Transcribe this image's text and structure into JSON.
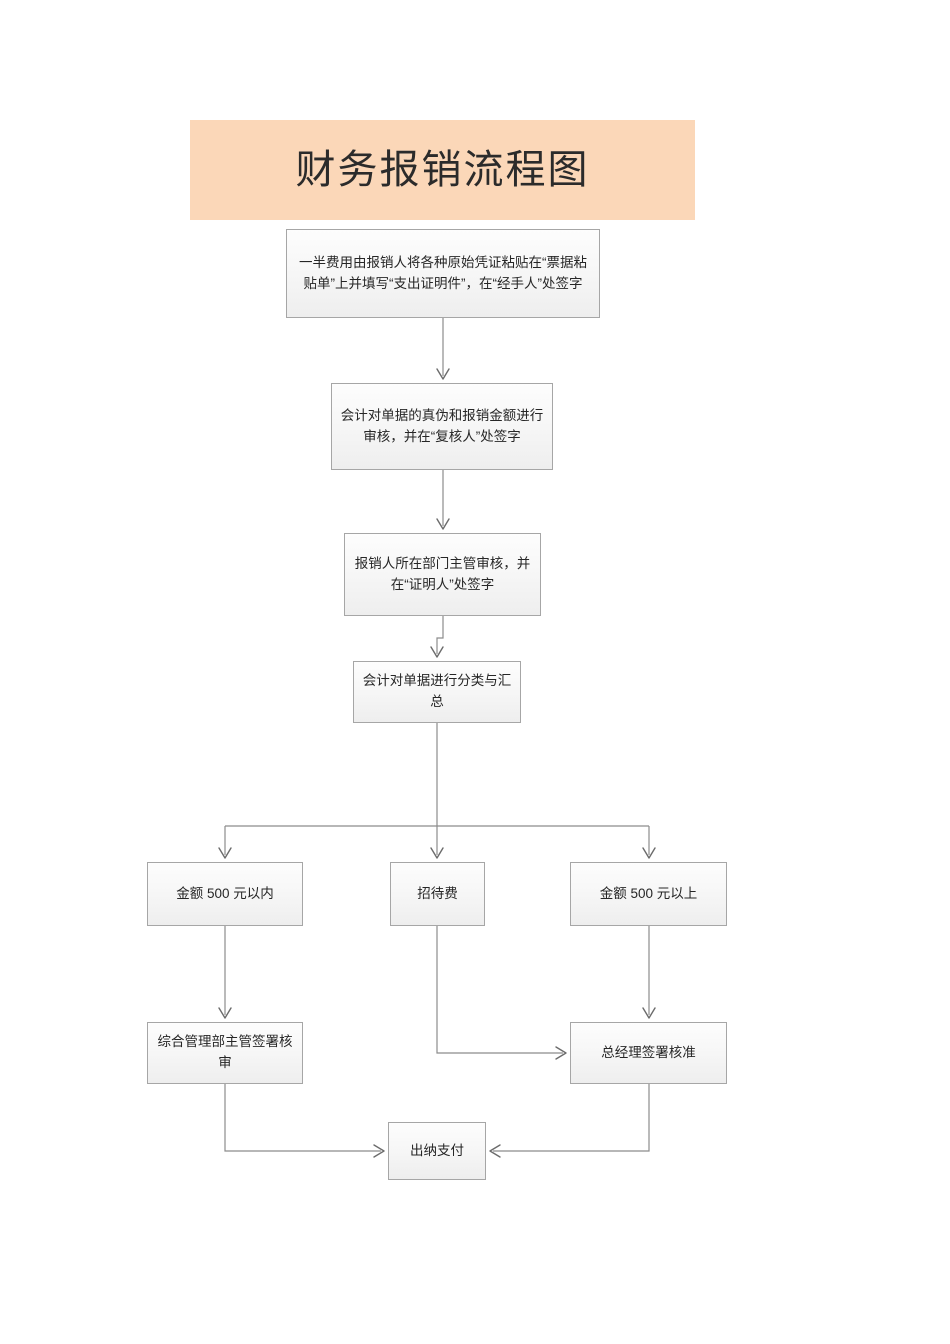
{
  "document": {
    "title": "财务报销流程图",
    "banner_color": "#fbd7b8",
    "page_background": "#ffffff",
    "node_border_color": "#a6a6a6",
    "connector_color": "#8c8c8c"
  },
  "chart_data": {
    "type": "diagram",
    "title": "财务报销流程图",
    "nodes": [
      {
        "id": "paste",
        "label": "一半费用由报销人将各种原始凭证粘贴在“票据粘贴单”上并填写“支出证明件”，在“经手人”处签字"
      },
      {
        "id": "accounting",
        "label": "会计对单据的真伪和报销金额进行审核，并在“复核人”处签字"
      },
      {
        "id": "dept",
        "label": "报销人所在部门主管审核，并在“证明人”处签字"
      },
      {
        "id": "classify",
        "label": "会计对单据进行分类与汇总"
      },
      {
        "id": "under500",
        "label": "金额 500 元以内"
      },
      {
        "id": "hosting",
        "label": "招待费"
      },
      {
        "id": "over500",
        "label": "金额 500 元以上"
      },
      {
        "id": "admin",
        "label": "综合管理部主管签署核审"
      },
      {
        "id": "gm",
        "label": "总经理签署核准"
      },
      {
        "id": "cashier",
        "label": "出纳支付"
      }
    ],
    "edges": [
      {
        "from": "paste",
        "to": "accounting"
      },
      {
        "from": "accounting",
        "to": "dept"
      },
      {
        "from": "dept",
        "to": "classify"
      },
      {
        "from": "classify",
        "to": "under500"
      },
      {
        "from": "classify",
        "to": "hosting"
      },
      {
        "from": "classify",
        "to": "over500"
      },
      {
        "from": "under500",
        "to": "admin"
      },
      {
        "from": "hosting",
        "to": "gm"
      },
      {
        "from": "over500",
        "to": "gm"
      },
      {
        "from": "admin",
        "to": "cashier"
      },
      {
        "from": "gm",
        "to": "cashier"
      }
    ]
  },
  "nodes": {
    "paste": "一半费用由报销人将各种原始凭证粘贴在“票据粘贴单”上并填写“支出证明件”，在“经手人”处签字",
    "accounting": "会计对单据的真伪和报销金额进行审核，并在“复核人”处签字",
    "dept": "报销人所在部门主管审核，并在“证明人”处签字",
    "classify": "会计对单据进行分类与汇总",
    "under500": "金额 500 元以内",
    "hosting": "招待费",
    "over500": "金额 500 元以上",
    "admin": "综合管理部主管签署核审",
    "gm": "总经理签署核准",
    "cashier": "出纳支付"
  }
}
